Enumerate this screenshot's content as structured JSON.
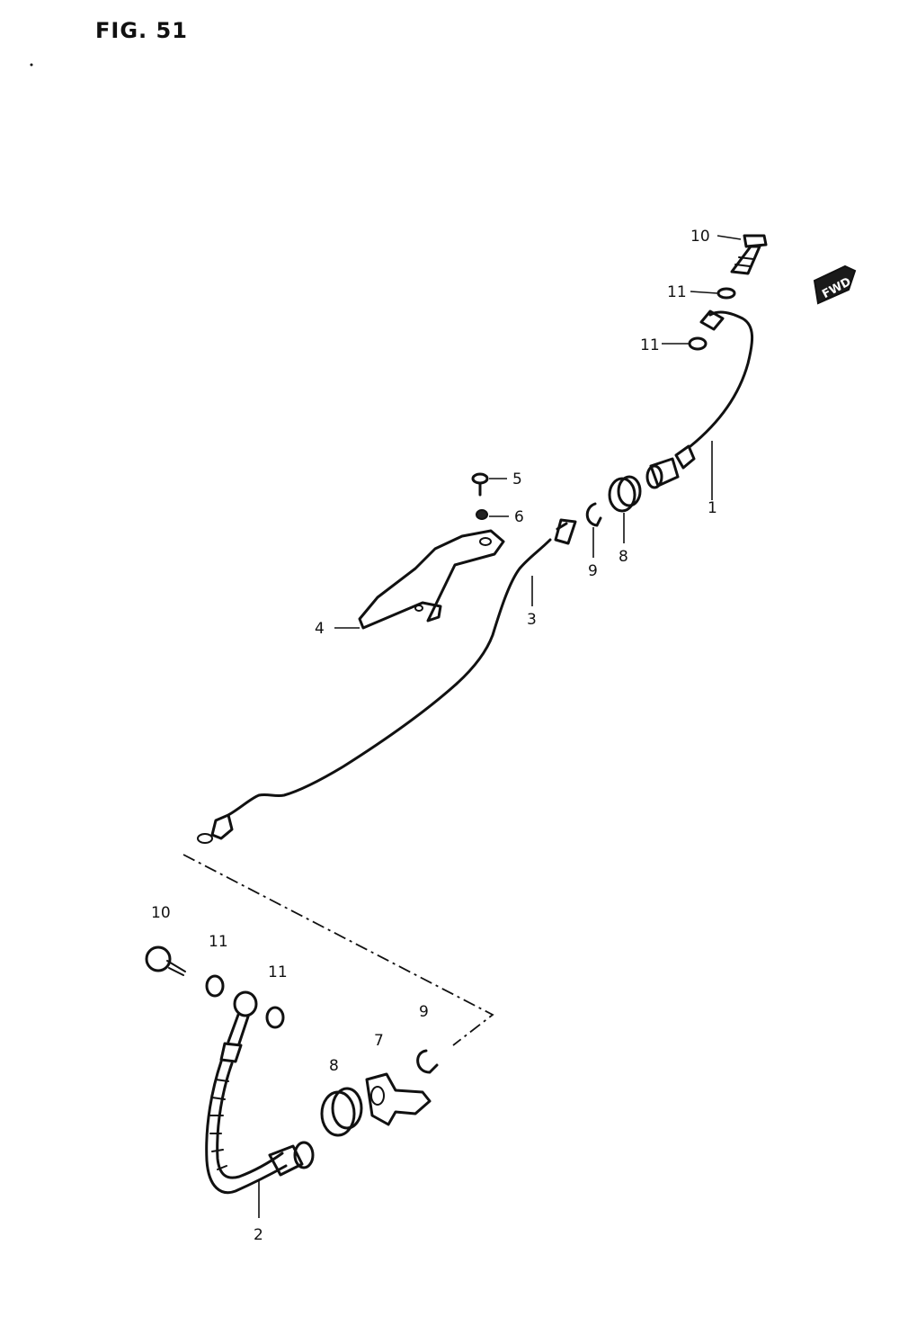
{
  "figure": {
    "title": "FIG. 51"
  },
  "front_badge": "FWD",
  "callouts": {
    "c1": "1",
    "c2": "2",
    "c3": "3",
    "c4": "4",
    "c5": "5",
    "c6": "6",
    "c7": "7",
    "c8a": "8",
    "c8b": "8",
    "c9a": "9",
    "c9b": "9",
    "c10a": "10",
    "c10b": "10",
    "c11a": "11",
    "c11b": "11",
    "c11c": "11",
    "c11d": "11"
  }
}
